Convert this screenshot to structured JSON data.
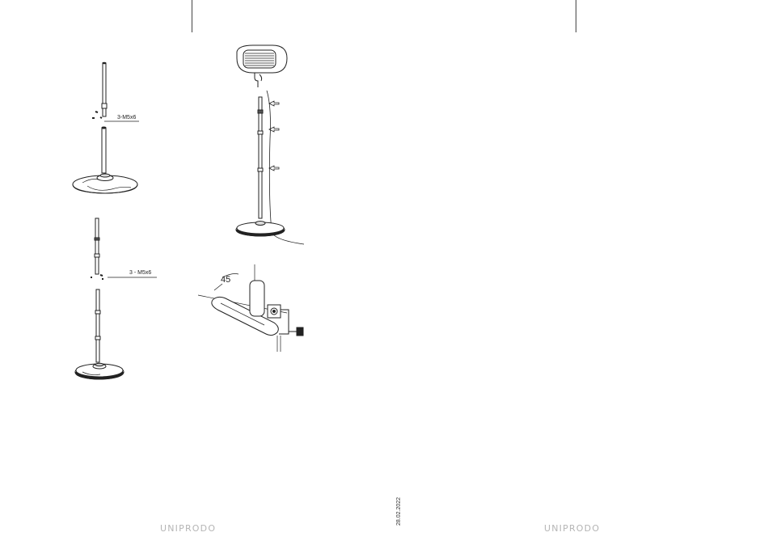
{
  "labels": {
    "screws_fig1": "3-M5x6",
    "screws_fig2": "3 - M5x6",
    "angle": "45"
  },
  "footer": {
    "brand_left": "UNIPRODO",
    "brand_right": "UNIPRODO",
    "date": "28.02.2022"
  }
}
